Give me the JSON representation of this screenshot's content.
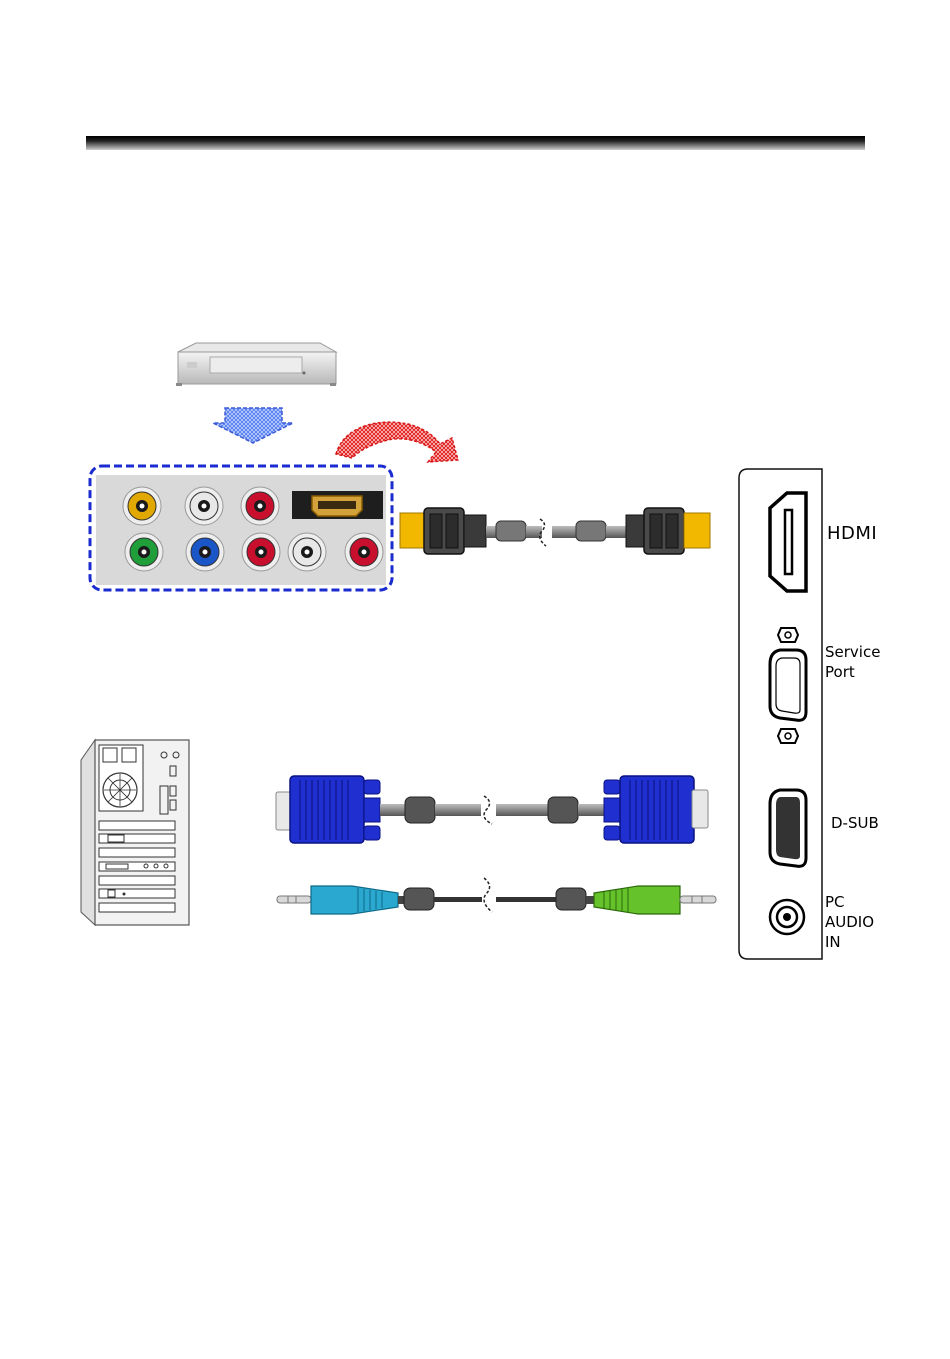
{
  "panel": {
    "ports": [
      {
        "id": "hdmi",
        "label": "HDMI"
      },
      {
        "id": "service",
        "label": "Service\nPort"
      },
      {
        "id": "dsub",
        "label": "D-SUB"
      },
      {
        "id": "pcaudio",
        "label": "PC\nAUDIO\nIN"
      }
    ]
  },
  "icons": {
    "source_device": "dvd-player-icon",
    "computer": "pc-tower-icon",
    "hdmi_cable": "hdmi-cable-icon",
    "vga_cable": "vga-cable-icon",
    "audio_cable": "audio-cable-icon"
  },
  "colors": {
    "rca_yellow": "#e0a800",
    "rca_white": "#e8e8e8",
    "rca_red": "#c8102e",
    "rca_green": "#1f9e3a",
    "rca_blue": "#1a56c8",
    "hdmi_plug": "#f2b800",
    "vga_plug": "#1f2fd0",
    "audio_cyan": "#2aa8d0",
    "audio_green": "#66c22a",
    "highlight_box": "#1a2bd0",
    "arrow_blue": "#6a8ef0",
    "arrow_red": "#e02020"
  }
}
